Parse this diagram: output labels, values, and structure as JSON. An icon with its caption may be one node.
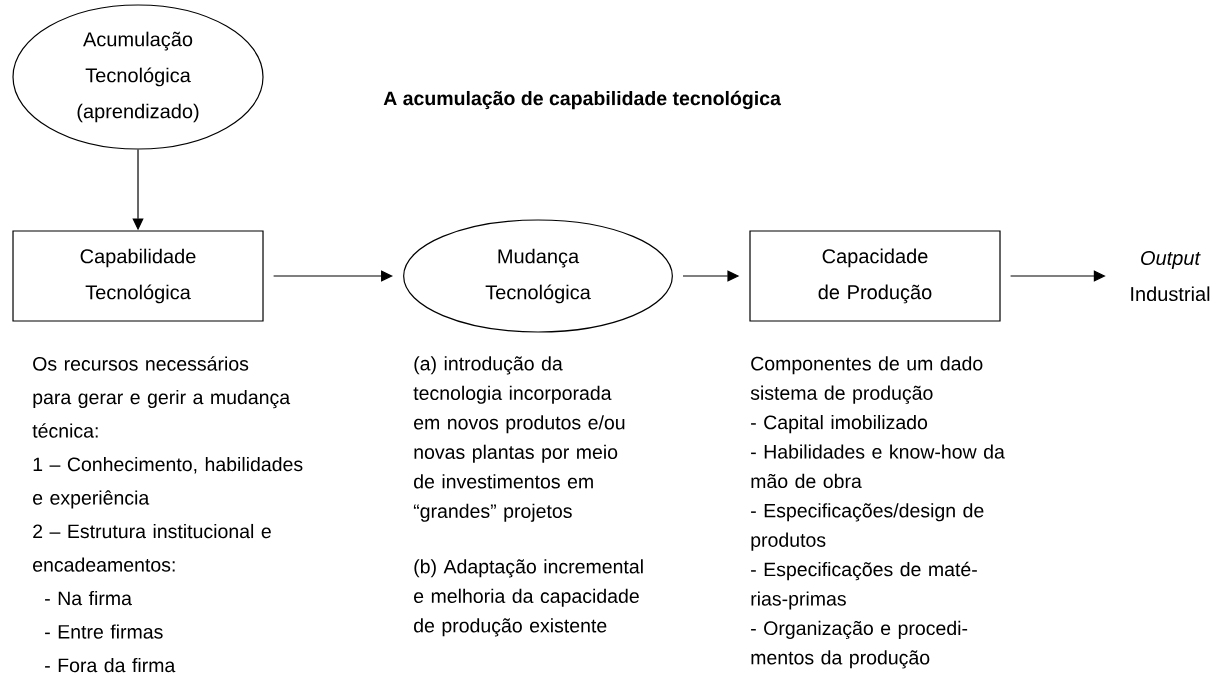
{
  "diagram": {
    "title": "A acumulação de capabilidade tecnológica",
    "nodes": [
      {
        "text": [
          "Acumulação Tecnológica (aprendizado)"
        ]
      },
      {
        "text": [
          "Capabilidade Tecnológica"
        ],
        "beside": [
          "Os recursos necessários para gerar e gerir a mudança técnica:",
          "1 – Conhecimento, habilidades e experiência",
          "2 – Estrutura institucional e encadeamentos:",
          "- Na firma",
          "- Entre firmas",
          "- Fora da firma"
        ]
      },
      {
        "text": [
          "Mudança Tecnológica"
        ],
        "beside": [
          "(a) introdução da tecnologia incorporada em novos produtos e/ou novas plantas por meio de investimentos em “grandes” projetos",
          "(b) Adaptação incremental e melhoria da capacidade de produção existente"
        ]
      },
      {
        "text": [
          "Capacidade de Produção"
        ],
        "beside": [
          "Componentes de um dado sistema de produção",
          "- Capital imobilizado",
          "- Habilidades e know-how da mão de obra",
          "- Especificações/design de produtos",
          "- Especificações de maté- rias-primas",
          "- Organização e procedi- mentos da produção"
        ]
      },
      {
        "text": [
          "*Output* Industrial"
        ]
      }
    ],
    "edges": [
      {
        "from": 0,
        "to": 1,
        "arrow": "to"
      },
      {
        "from": 1,
        "to": 2,
        "arrow": "to"
      },
      {
        "from": 2,
        "to": 3,
        "arrow": "to"
      },
      {
        "from": 3,
        "to": 4,
        "arrow": "to"
      }
    ]
  }
}
